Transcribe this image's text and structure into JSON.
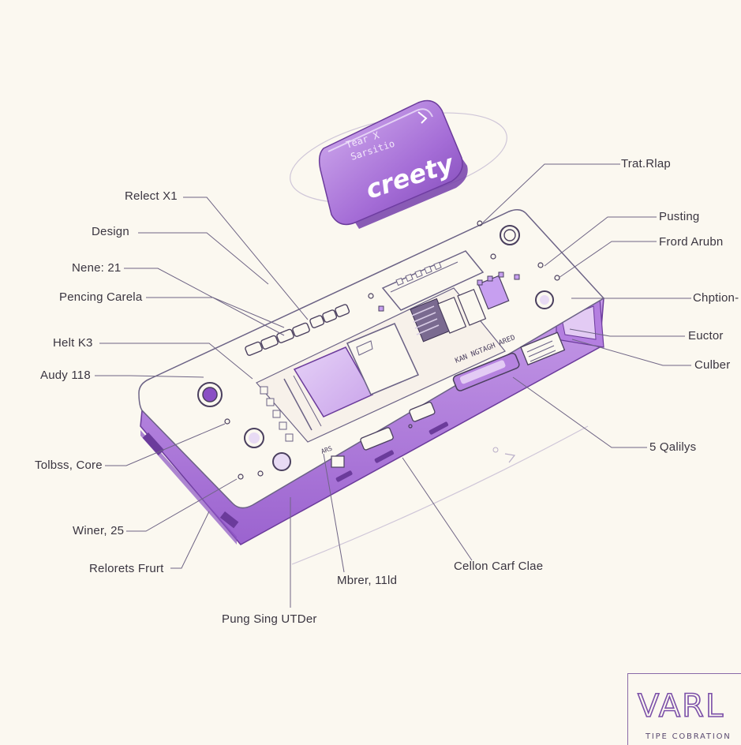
{
  "badge": {
    "small_lines": [
      "Tear X",
      "Sarsitio"
    ],
    "brand": "creety"
  },
  "callouts_left": [
    "Relect X1",
    "Design",
    "Nene: 21",
    "Pencing Carela",
    "Helt K3",
    "Audy 118",
    "Tolbss, Core",
    "Winer, 25",
    "Relorets Frurt"
  ],
  "callouts_right": [
    "Trat.Rlap",
    "Pusting",
    "Frord Arubn",
    "Chption-",
    "Euctor",
    "Culber",
    "5 Qalilys"
  ],
  "callouts_bottom": [
    "Pung Sing UTDer",
    "Mbrer, 11ld",
    "Cellon Carf Clae"
  ],
  "board_text": {
    "chip_row": "KAN NGTAGH ARED",
    "small_mark": "ARS"
  },
  "logo": {
    "title": "VARL",
    "subtitle": "TIPE COBRATION"
  },
  "colors": {
    "background": "#fbf8f0",
    "accent": "#a46cd6",
    "line": "#6f6585"
  }
}
